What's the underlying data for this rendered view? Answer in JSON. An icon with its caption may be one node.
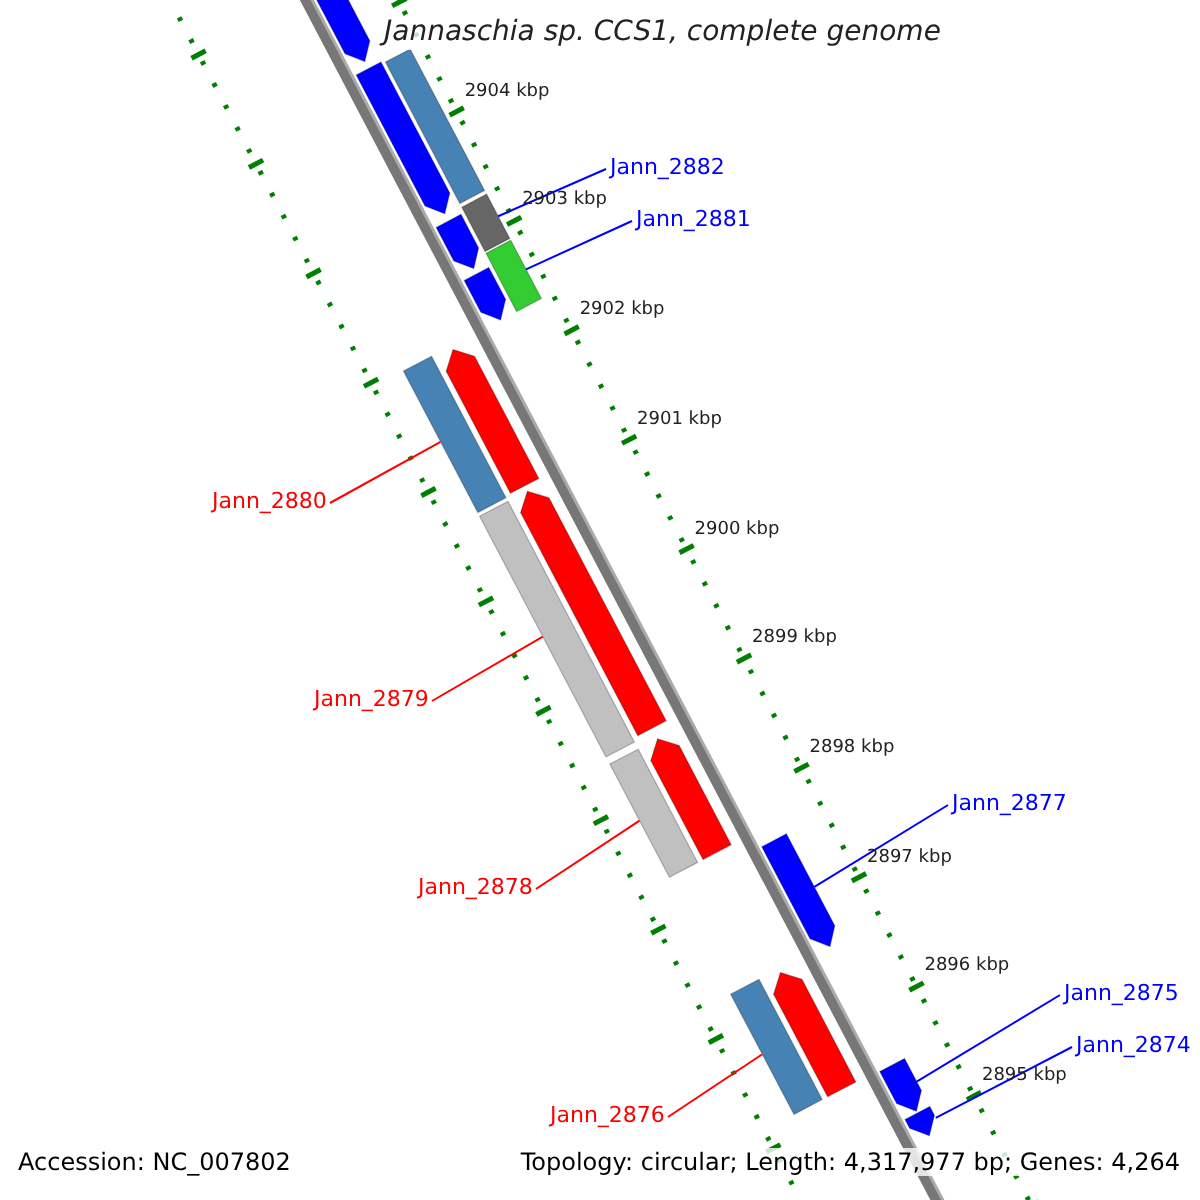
{
  "diagram": {
    "title": "Jannaschia sp. CCS1, complete genome",
    "nodes": [
      {
        "text": [
          "Jann_2882"
        ]
      },
      {
        "text": [
          "Jann_2881"
        ]
      },
      {
        "text": [
          "Jann_2880"
        ]
      },
      {
        "text": [
          "Jann_2879"
        ]
      },
      {
        "text": [
          "Jann_2878"
        ]
      },
      {
        "text": [
          "Jann_2877"
        ]
      },
      {
        "text": [
          "Jann_2876"
        ]
      },
      {
        "text": [
          "Jann_2875"
        ]
      },
      {
        "text": [
          "Jann_2874"
        ]
      },
      {
        "text": [],
        "shape": "arrow"
      },
      {
        "text": [],
        "shape": "arrow"
      },
      {
        "text": [],
        "shape": "bar"
      },
      {
        "text": [],
        "shape": "bar"
      },
      {
        "text": [],
        "shape": "arrow"
      },
      {
        "text": [],
        "shape": "bar"
      },
      {
        "text": [],
        "shape": "arrow"
      },
      {
        "text": [],
        "shape": "bar"
      },
      {
        "text": [],
        "shape": "arrow"
      },
      {
        "text": [],
        "shape": "bar"
      },
      {
        "text": [],
        "shape": "arrow"
      },
      {
        "text": [],
        "shape": "bar"
      },
      {
        "text": [],
        "shape": "arrow"
      },
      {
        "text": [],
        "shape": "arrow"
      },
      {
        "text": [],
        "shape": "bar"
      },
      {
        "text": [],
        "shape": "arrow"
      },
      {
        "text": [],
        "shape": "arrow"
      },
      {
        "text": [],
        "shape": "arrow"
      }
    ],
    "edges": [
      {
        "from": 0,
        "to": 12,
        "arrow": "none"
      },
      {
        "from": 1,
        "to": 14,
        "arrow": "none"
      },
      {
        "from": 2,
        "to": 16,
        "arrow": "none",
        "color": "#ff0000"
      },
      {
        "from": 3,
        "to": 18,
        "arrow": "none",
        "color": "#ff0000"
      },
      {
        "from": 4,
        "to": 20,
        "arrow": "none",
        "color": "#ff0000"
      },
      {
        "from": 5,
        "to": 22,
        "arrow": "none"
      },
      {
        "from": 6,
        "to": 23,
        "arrow": "none",
        "color": "#ff0000"
      },
      {
        "from": 7,
        "to": 25,
        "arrow": "none"
      },
      {
        "from": 8,
        "to": 26,
        "arrow": "none"
      }
    ],
    "labels": [
      "2904 kbp",
      "2903 kbp",
      "2902 kbp",
      "2901 kbp",
      "2900 kbp",
      "2899 kbp",
      "2898 kbp",
      "2897 kbp",
      "2896 kbp",
      "2895 kbp",
      "Accession: NC_007802",
      "Topology: circular; Length: 4,317,977 bp; Genes: 4,264"
    ]
  }
}
